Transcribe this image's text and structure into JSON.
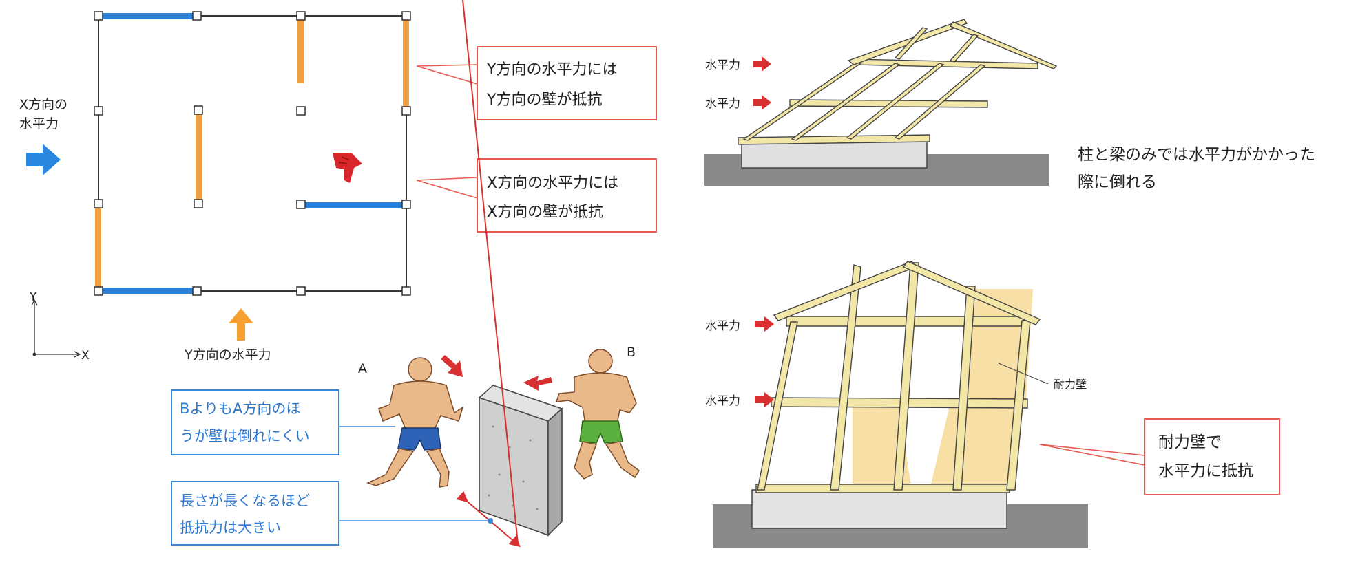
{
  "plan": {
    "x_force_line1": "X方向の",
    "x_force_line2": "水平力",
    "y_force": "Y方向の水平力",
    "axis_y": "Y",
    "axis_x": "X",
    "callout_y_line1": "Y方向の水平力には",
    "callout_y_line2": "Y方向の壁が抵抗",
    "callout_x_line1": "X方向の水平力には",
    "callout_x_line2": "X方向の壁が抵抗"
  },
  "wall_demo": {
    "label_a": "A",
    "label_b": "B",
    "callout_dir_line1": "BよりもA方向のほ",
    "callout_dir_line2": "うが壁は倒れにくい",
    "callout_len_line1": "長さが長くなるほど",
    "callout_len_line2": "抵抗力は大きい"
  },
  "frame_top": {
    "force_1": "水平力",
    "force_2": "水平力",
    "caption_line1": "柱と梁のみでは水平力がかかった",
    "caption_line2": "際に倒れる"
  },
  "frame_bottom": {
    "force_1": "水平力",
    "force_2": "水平力",
    "shear_wall_label": "耐力壁",
    "callout_line1": "耐力壁で",
    "callout_line2": "水平力に抵抗"
  },
  "colors": {
    "x_wall": "#2b7fd4",
    "y_wall": "#f0a040",
    "callout_red": "#e85a50",
    "callout_blue": "#3a86d8",
    "force_red": "#d83030",
    "timber": "#f3e7a8",
    "shear_panel": "#f7dfa5",
    "ground": "#8a8a8a"
  }
}
